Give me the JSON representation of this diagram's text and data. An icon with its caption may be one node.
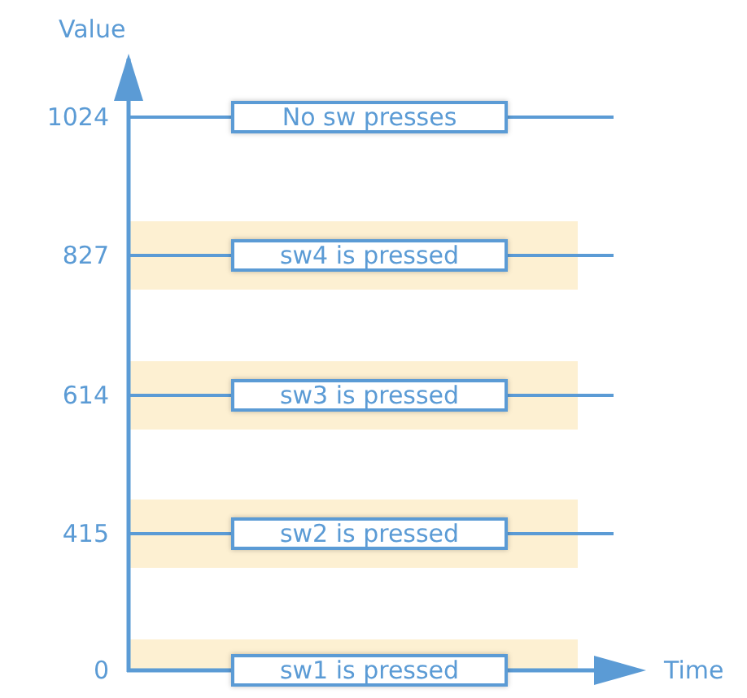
{
  "diagram": {
    "nodes": [
      {
        "text": [
          "No sw presses"
        ]
      },
      {
        "text": [
          "sw4 is pressed"
        ]
      },
      {
        "text": [
          "sw3 is pressed"
        ]
      },
      {
        "text": [
          "sw2 is pressed"
        ]
      },
      {
        "text": [
          "sw1 is pressed"
        ]
      }
    ],
    "labels": [
      "Value",
      "1024",
      "827",
      "614",
      "415",
      "0",
      "Time"
    ]
  }
}
